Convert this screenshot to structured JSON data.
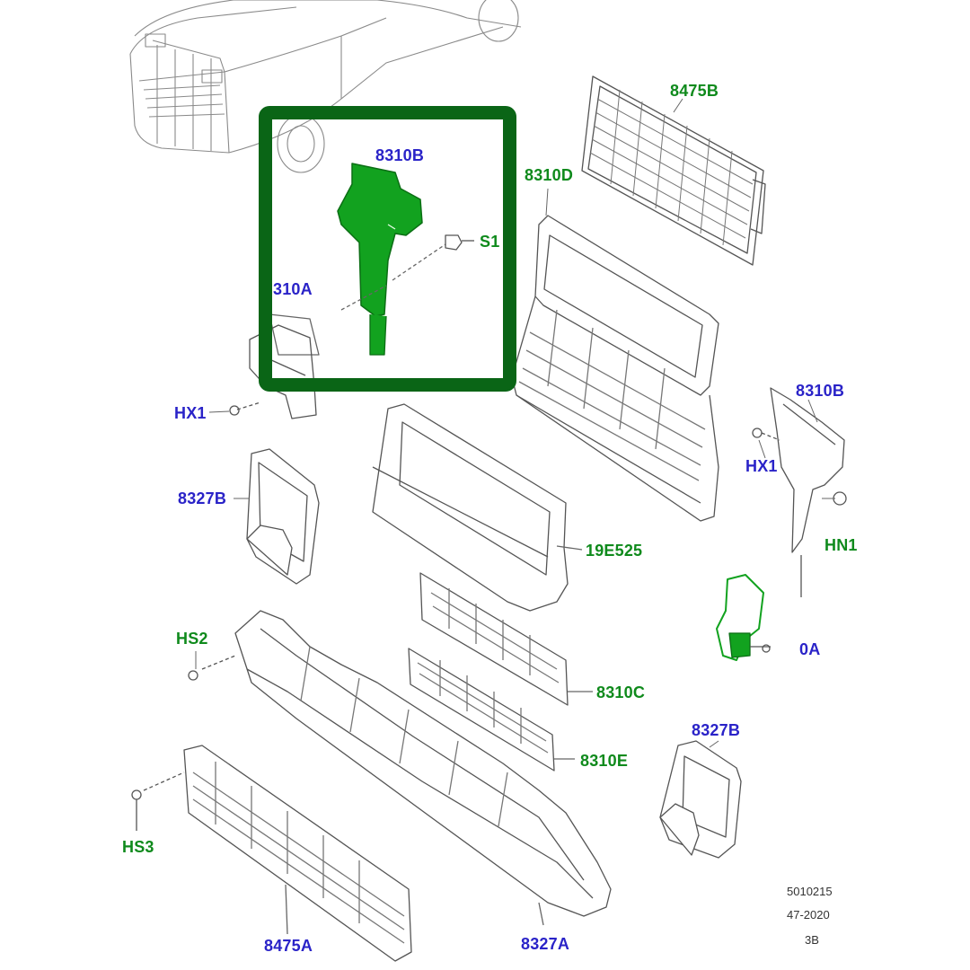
{
  "labels": {
    "p8475B_top": "8475B",
    "p8310D": "8310D",
    "p8310B_inset": "8310B",
    "s1_inset": "S1",
    "p8310A_inset": "310A",
    "hx1_left": "HX1",
    "p8310B_right": "8310B",
    "hx1_right": "HX1",
    "hn1": "HN1",
    "p8327B_left": "8327B",
    "p19E525": "19E525",
    "p8310A_right": "0A",
    "hs2": "HS2",
    "p8310C": "8310C",
    "p8327B_right": "8327B",
    "p8310E": "8310E",
    "hs3": "HS3",
    "p8475A": "8475A",
    "p8327A": "8327A"
  },
  "meta": {
    "line1": "5010215",
    "line2": "47-2020",
    "line3": "3B"
  },
  "colors": {
    "highlight": "#0a6516",
    "highlight_part": "#12a21f",
    "blue_label": "#2a23c8",
    "green_label": "#0f8a1c",
    "line_art": "#4a4a4a"
  }
}
